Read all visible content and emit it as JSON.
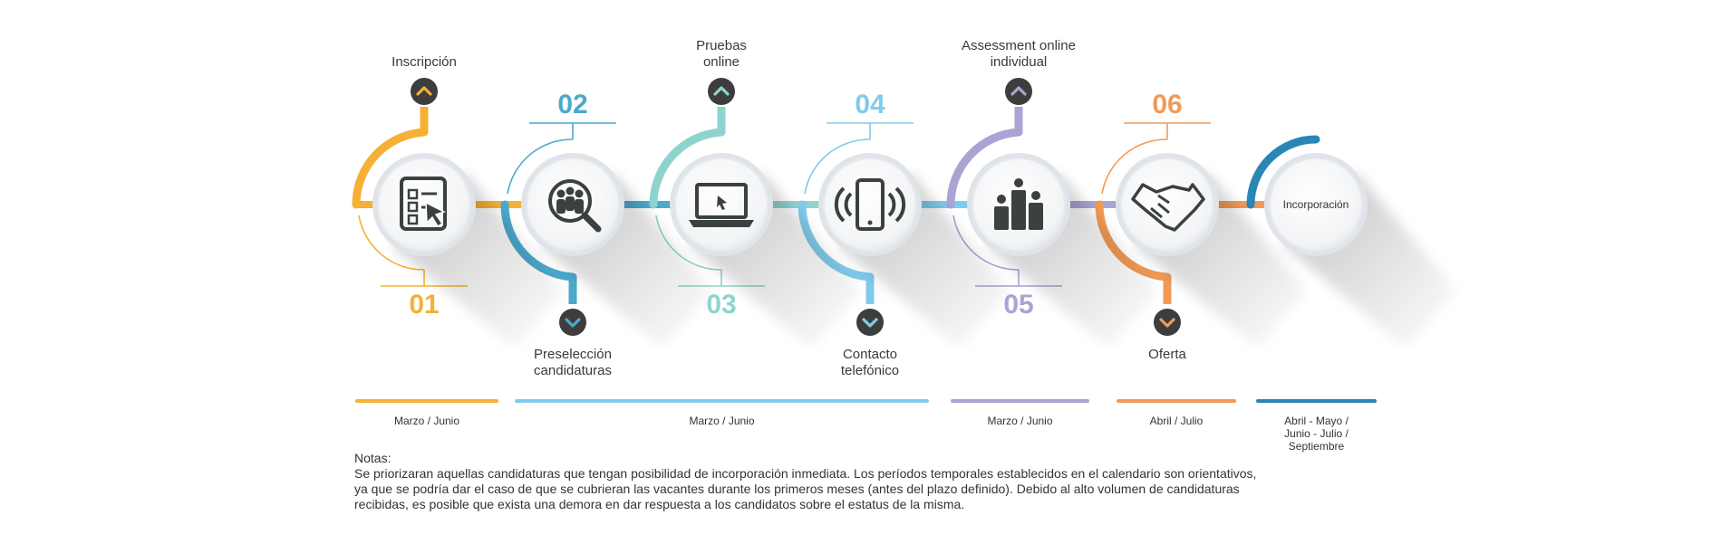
{
  "steps": [
    {
      "number": "01",
      "label": "Inscripción",
      "color": "#F5B035",
      "icon": "checklist-cursor-icon"
    },
    {
      "number": "02",
      "label": "Preselección\ncandidaturas",
      "color": "#4BA9CC",
      "icon": "people-search-icon"
    },
    {
      "number": "03",
      "label": "Pruebas\nonline",
      "color": "#8FD3CF",
      "icon": "laptop-icon"
    },
    {
      "number": "04",
      "label": "Contacto\ntelefónico",
      "color": "#7FCBEB",
      "icon": "smartphone-ringing-icon"
    },
    {
      "number": "05",
      "label": "Assessment online\nindividual",
      "color": "#A8A4D4",
      "icon": "people-podium-icon"
    },
    {
      "number": "06",
      "label": "Oferta",
      "color": "#F29A55",
      "icon": "handshake-icon"
    }
  ],
  "final_step": {
    "label": "Incorporación",
    "color": "#2A86B5"
  },
  "periods": [
    {
      "label": "Marzo / Junio",
      "color": "#F5B035"
    },
    {
      "label": "Marzo / Junio",
      "color": "#7FCBEB"
    },
    {
      "label": "Marzo / Junio",
      "color": "#A8A4D4"
    },
    {
      "label": "Abril / Julio",
      "color": "#F29A55"
    },
    {
      "label": "Abril - Mayo /\nJunio - Julio /\nSeptiembre",
      "color": "#2A86B5"
    }
  ],
  "notes": {
    "title": "Notas:",
    "body": "Se priorizaran aquellas candidaturas que tengan posibilidad de incorporación inmediata. Los períodos temporales establecidos en el calendario son orientativos,\nya que se podría dar el caso de que se cubrieran las vacantes durante los primeros meses (antes del plazo definido).  Debido al alto volumen de candidaturas\nrecibidas, es posible que exista una demora en dar respuesta a los candidatos sobre el estatus de la misma."
  }
}
